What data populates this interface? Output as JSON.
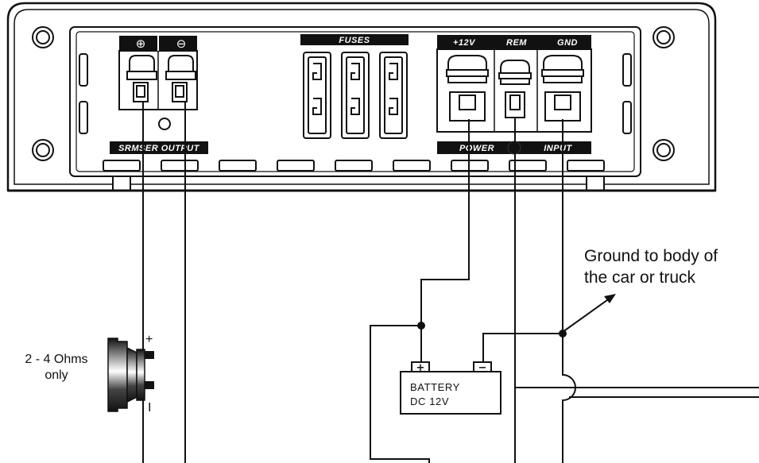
{
  "amplifier": {
    "output_section_label": "SRMSER OUTPUT",
    "output_plus_symbol": "⊕",
    "output_minus_symbol": "⊖",
    "fuses_label": "FUSES",
    "terminal_labels": [
      "+12V",
      "REM",
      "GND"
    ],
    "power_label": "POWER",
    "input_label": "INPUT"
  },
  "annotations": {
    "ground_note_line1": "Ground to body of",
    "ground_note_line2": "the car or truck",
    "speaker_note_line1": "2 - 4 Ohms",
    "speaker_note_line2": "only",
    "speaker_plus": "+",
    "speaker_minus": "I"
  },
  "battery": {
    "line1": "BATTERY",
    "line2": "DC 12V",
    "plus_symbol": "+",
    "minus_symbol": "−"
  },
  "colors": {
    "line": "#111111",
    "background": "#ffffff"
  }
}
